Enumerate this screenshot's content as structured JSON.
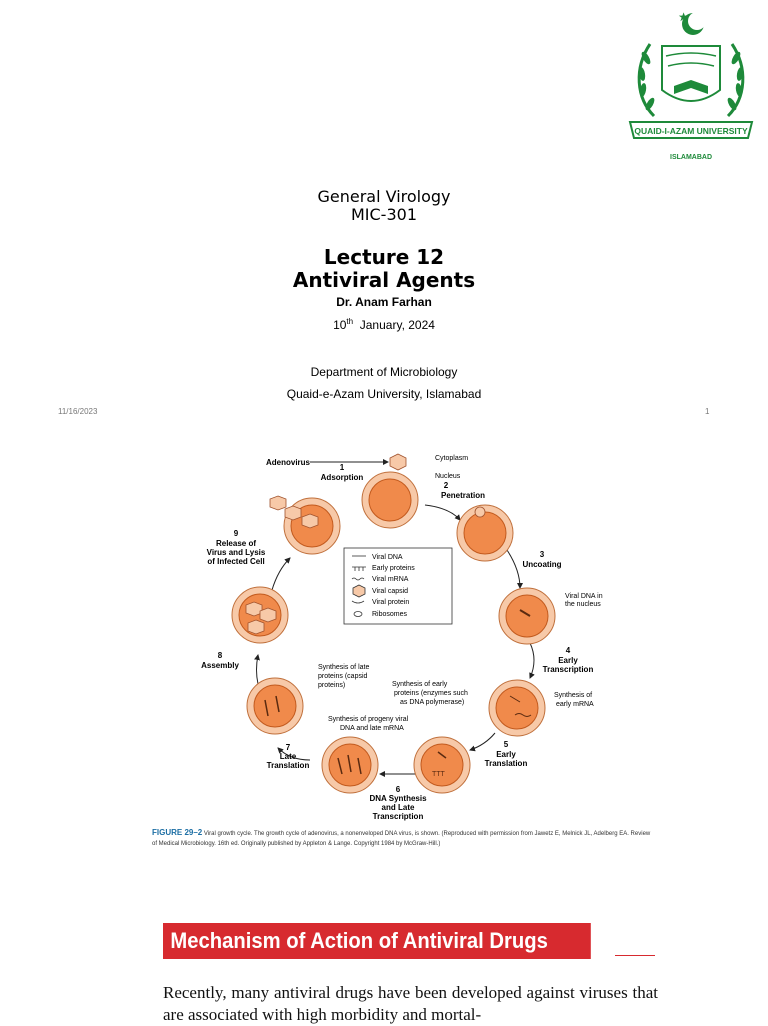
{
  "logo": {
    "university": "QUAID-I-AZAM UNIVERSITY",
    "city": "ISLAMABAD"
  },
  "title_slide": {
    "course": "General Virology",
    "code": "MIC-301",
    "lecture": "Lecture 12",
    "topic": "Antiviral Agents",
    "author": "Dr. Anam Farhan",
    "date_day": "10",
    "date_suffix": "th",
    "date_rest": "  January, 2024",
    "department": "Department of Microbiology",
    "university": "Quaid-e-Azam University, Islamabad",
    "footer_date": "11/16/2023",
    "page_number": "1"
  },
  "figure": {
    "steps": {
      "adenovirus": "Adenovirus",
      "s1_num": "1",
      "s1": "Adsorption",
      "cytoplasm": "Cytoplasm",
      "nucleus": "Nucleus",
      "s2_num": "2",
      "s2": "Penetration",
      "s3_num": "3",
      "s3": "Uncoating",
      "s3_note_1": "Viral DNA in",
      "s3_note_2": "the nucleus",
      "s4_num": "4",
      "s4_1": "Early",
      "s4_2": "Transcription",
      "s4_note_1": "Synthesis of",
      "s4_note_2": "early mRNA",
      "s5_num": "5",
      "s5_1": "Early",
      "s5_2": "Translation",
      "s5_note_1": "Synthesis of early",
      "s5_note_2": "proteins (enzymes such",
      "s5_note_3": "as DNA polymerase)",
      "s6_num": "6",
      "s6_1": "DNA Synthesis",
      "s6_2": "and Late",
      "s6_3": "Transcription",
      "s6_note_1": "Synthesis of progeny viral",
      "s6_note_2": "DNA and late mRNA",
      "s7_num": "7",
      "s7_1": "Late",
      "s7_2": "Translation",
      "s7_note_1": "Synthesis of late",
      "s7_note_2": "proteins (capsid",
      "s7_note_3": "proteins)",
      "s8_num": "8",
      "s8": "Assembly",
      "s9_num": "9",
      "s9_1": "Release of",
      "s9_2": "Virus and Lysis",
      "s9_3": "of Infected Cell"
    },
    "legend": [
      "Viral DNA",
      "Early proteins",
      "Viral mRNA",
      "Viral capsid",
      "Viral protein",
      "Ribosomes"
    ],
    "caption_label": "FIGURE 29–2",
    "caption_text": " Viral growth cycle. The growth cycle of adenovirus, a nonenveloped DNA virus, is shown. (Reproduced with permission from Jawetz E, Melnick JL, Adelberg EA. Review of Medical Microbiology. 16th ed. Originally published by Appleton & Lange. Copyright 1984 by McGraw-Hill.)"
  },
  "section": {
    "heading": "Mechanism of Action of Antiviral Drugs",
    "body": "Recently, many antiviral drugs have been developed against viruses that are associated with high morbidity and mortal-"
  },
  "colors": {
    "cell": "#f7c9a8",
    "nucleus": "#f08a4b",
    "heading_bar": "#d72a2f",
    "logo_green": "#1e8a3a"
  }
}
